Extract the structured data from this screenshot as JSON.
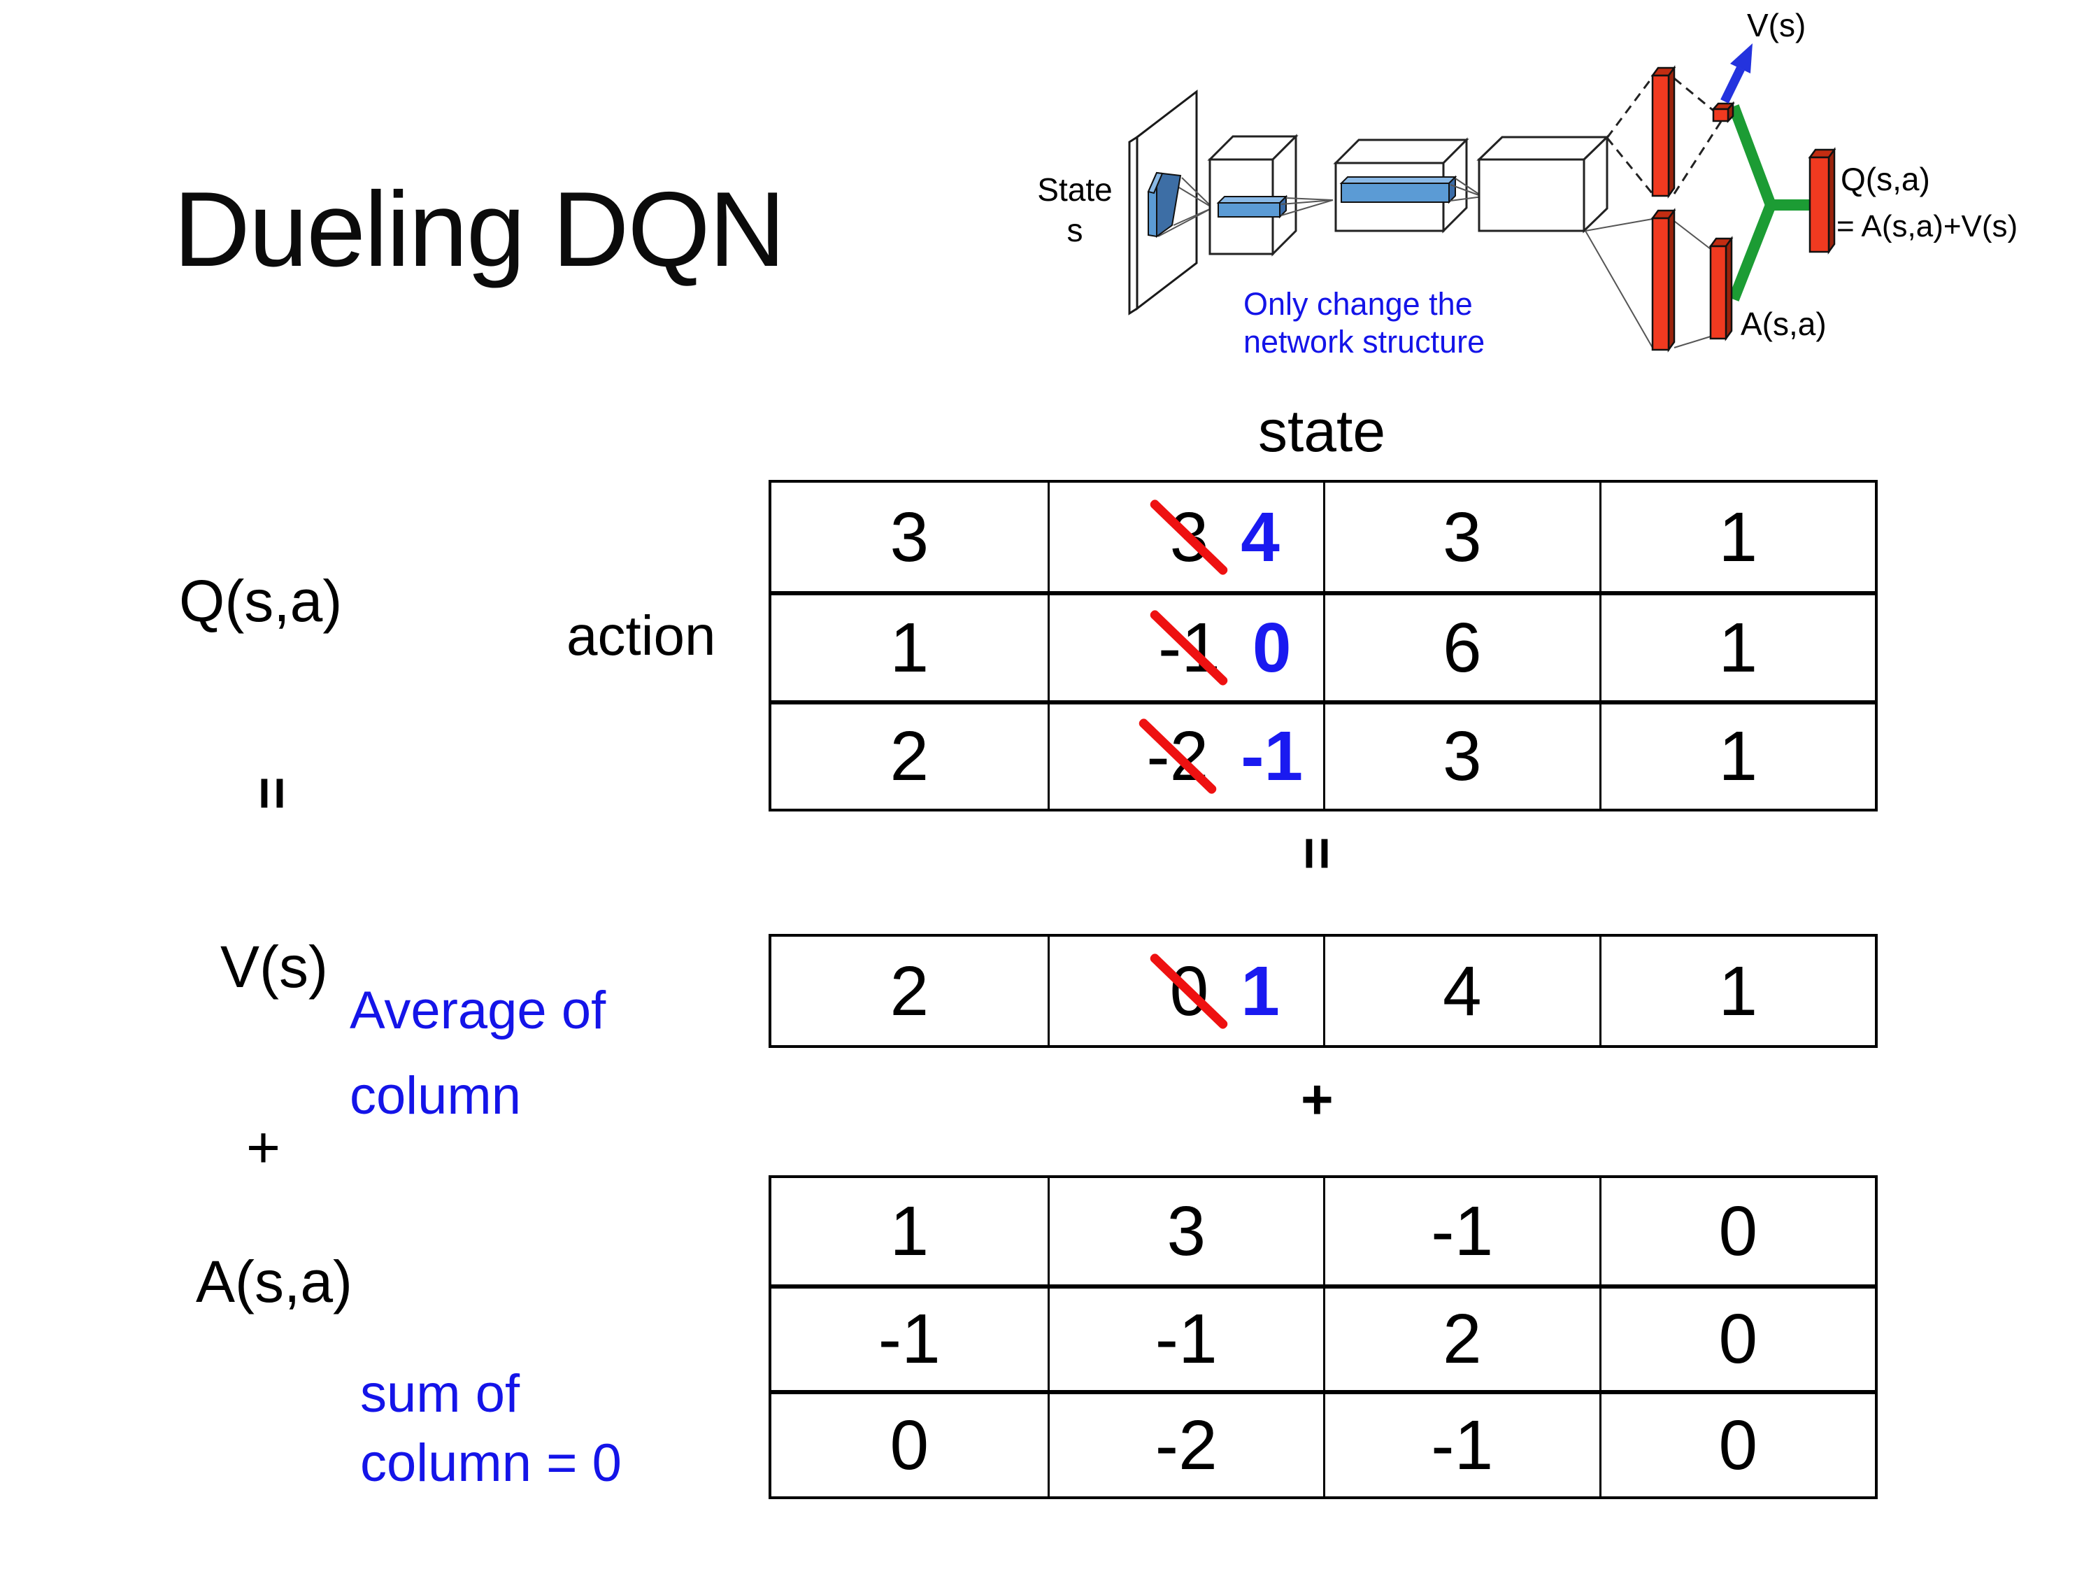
{
  "title": "Dueling DQN",
  "diagram": {
    "state_line1": "State",
    "state_line2": "s",
    "v_label": "V(s)",
    "q_label": "Q(s,a)",
    "q_formula": "= A(s,a)+V(s)",
    "a_label": "A(s,a)",
    "note_line1": "Only change the",
    "note_line2": "network structure"
  },
  "labels": {
    "q": "Q(s,a)",
    "equals": "=",
    "v": "V(s)",
    "plus": "+",
    "a": "A(s,a)",
    "avg_line1": "Average of",
    "avg_line2": "column",
    "sum_line1": "sum of",
    "sum_line2": "column = 0",
    "state_header": "state",
    "action": "action",
    "table_equals": "=",
    "table_plus": "+"
  },
  "tables": {
    "q": {
      "rows": [
        {
          "cells": [
            {
              "value": "3"
            },
            {
              "old": "3",
              "new": "4"
            },
            {
              "value": "3"
            },
            {
              "value": "1"
            }
          ]
        },
        {
          "cells": [
            {
              "value": "1"
            },
            {
              "old": "-1",
              "new": "0"
            },
            {
              "value": "6"
            },
            {
              "value": "1"
            }
          ]
        },
        {
          "cells": [
            {
              "value": "2"
            },
            {
              "old": "-2",
              "new": "-1"
            },
            {
              "value": "3"
            },
            {
              "value": "1"
            }
          ]
        }
      ]
    },
    "v": {
      "cells": [
        {
          "value": "2"
        },
        {
          "old": "0",
          "new": "1"
        },
        {
          "value": "4"
        },
        {
          "value": "1"
        }
      ]
    },
    "a": {
      "rows": [
        {
          "cells": [
            {
              "value": "1"
            },
            {
              "value": "3"
            },
            {
              "value": "-1"
            },
            {
              "value": "0"
            }
          ]
        },
        {
          "cells": [
            {
              "value": "-1"
            },
            {
              "value": "-1"
            },
            {
              "value": "2"
            },
            {
              "value": "0"
            }
          ]
        },
        {
          "cells": [
            {
              "value": "0"
            },
            {
              "value": "-2"
            },
            {
              "value": "-1"
            },
            {
              "value": "0"
            }
          ]
        }
      ]
    }
  },
  "colors": {
    "note_blue": "#1414e8",
    "corrected_blue": "#1a1af0",
    "strike_red": "#ee1111",
    "bar_red": "#f03a20",
    "merge_green": "#1c9c34",
    "arrow_blue": "#2433de",
    "feature_blue": "#5b9bd5"
  }
}
